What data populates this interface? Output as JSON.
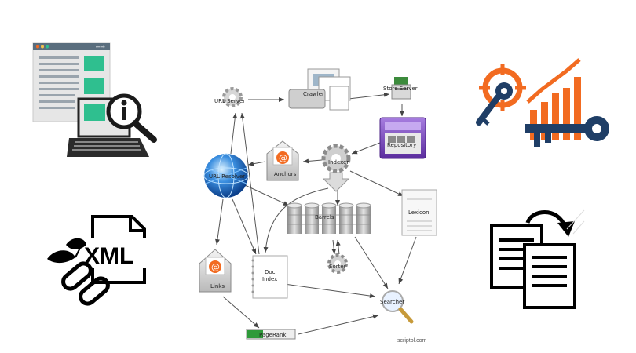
{
  "diagram": {
    "nodes": {
      "url_server": "URL Server",
      "crawler": "Crawler",
      "store_server": "Store Server",
      "repository": "Repository",
      "indexer": "Indexer",
      "anchors": "Anchors",
      "url_resolver": "URL Resolver",
      "barrels": "Barrels",
      "lexicon": "Lexicon",
      "doc_index_line1": "Doc",
      "doc_index_line2": "Index",
      "sorter": "Sorter",
      "links": "Links",
      "searcher": "Searcher",
      "pagerank": "PageRank"
    },
    "watermark": "scriptol.com"
  },
  "xml_icon": {
    "label": "XML"
  },
  "colors": {
    "orange": "#F26B21",
    "navy": "#1F3E66",
    "teal": "#2FBF8F",
    "window_bar": "#5A6E7E",
    "window_bg": "#E6E6E6"
  }
}
